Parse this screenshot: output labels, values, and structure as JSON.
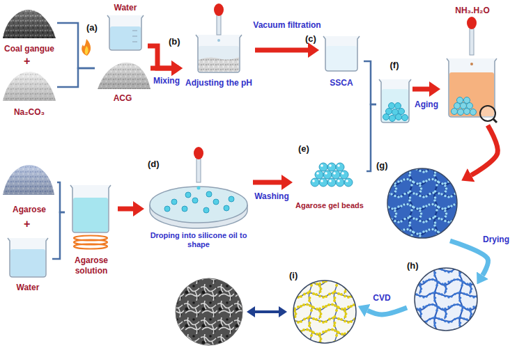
{
  "diagram": {
    "nodes": [
      {
        "text": [
          "Coal gangue"
        ]
      },
      {
        "text": [
          "Na₂CO₃"
        ]
      },
      {
        "text": [
          "Water"
        ]
      },
      {
        "text": [
          "ACG"
        ]
      },
      {
        "text": [
          "Adjusting the pH"
        ]
      },
      {
        "text": [
          "SSCA"
        ]
      },
      {
        "text": [
          "Agarose"
        ]
      },
      {
        "text": [
          "Water"
        ]
      },
      {
        "text": [
          "Agarose solution"
        ]
      },
      {
        "text": [
          "Droping into silicone oil to shape"
        ]
      },
      {
        "text": [
          "Agarose gel beads"
        ]
      },
      {
        "text": [
          "(f)"
        ]
      },
      {
        "text": [
          "NH₃.H₂O"
        ]
      },
      {
        "text": [
          "(g)"
        ]
      },
      {
        "text": [
          "(h)"
        ]
      },
      {
        "text": [
          "(i)"
        ]
      }
    ],
    "edges": [
      {
        "from": 0,
        "to": 3,
        "arrow": "none"
      },
      {
        "from": 1,
        "to": 3,
        "arrow": "none"
      },
      {
        "from": 2,
        "to": 4,
        "arrow": "to",
        "label": "Mixing"
      },
      {
        "from": 3,
        "to": 4,
        "arrow": "to"
      },
      {
        "from": 4,
        "to": 5,
        "arrow": "to",
        "label": "Vacuum filtration"
      },
      {
        "from": 6,
        "to": 8,
        "arrow": "none"
      },
      {
        "from": 7,
        "to": 8,
        "arrow": "none"
      },
      {
        "from": 8,
        "to": 9,
        "arrow": "to"
      },
      {
        "from": 9,
        "to": 10,
        "arrow": "to",
        "label": "Washing"
      },
      {
        "from": 5,
        "to": 11,
        "arrow": "none"
      },
      {
        "from": 10,
        "to": 11,
        "arrow": "none"
      },
      {
        "from": 11,
        "to": 12,
        "arrow": "to",
        "label": "Aging"
      },
      {
        "from": 12,
        "to": 13,
        "arrow": "to"
      },
      {
        "from": 13,
        "to": 14,
        "arrow": "to",
        "label": "Drying"
      },
      {
        "from": 14,
        "to": 15,
        "arrow": "to",
        "label": "CVD"
      }
    ],
    "labels": [
      "+",
      "+",
      "(a)",
      "(b)",
      "(c)",
      "(d)",
      "(e)"
    ]
  }
}
